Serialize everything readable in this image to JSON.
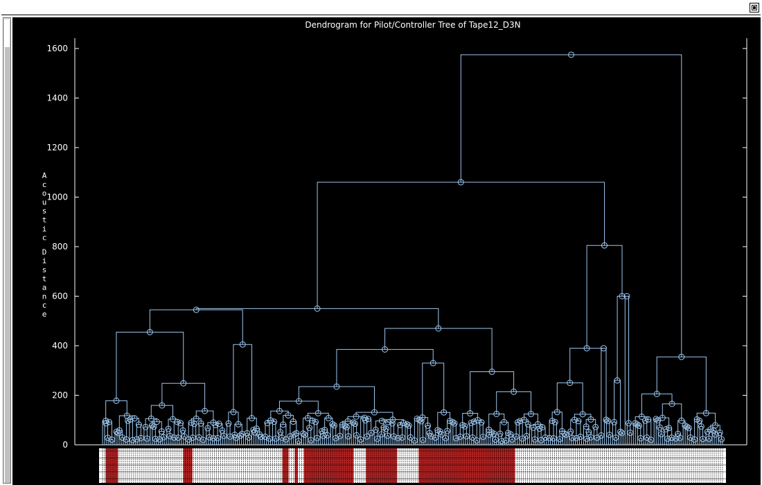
{
  "window": {
    "restore_icon": "restore-window-icon"
  },
  "chart_data": {
    "type": "dendrogram",
    "title": "Dendrogram for Pilot/Controller Tree of Tape12_D3N",
    "xlabel": "",
    "ylabel": "Acoustic Distance",
    "ylim": [
      0,
      1600
    ],
    "yticks": [
      0,
      200,
      400,
      600,
      800,
      1000,
      1200,
      1400,
      1600
    ],
    "grid": false,
    "colors": {
      "background": "#000000",
      "link": "#9ec8f0",
      "marker": "#9ec8f0",
      "axis": "#ffffff",
      "highlight_label": "#b22222"
    },
    "leaf_count": 300,
    "main_merges": [
      {
        "name": "root",
        "height": 1575
      },
      {
        "name": "left-super-cluster",
        "height": 1060
      },
      {
        "name": "left-cluster-a",
        "height": 550
      },
      {
        "name": "left-cluster-b",
        "height": 805
      },
      {
        "name": "right-cluster",
        "height": 355
      },
      {
        "name": "subcluster-a1",
        "height": 545
      },
      {
        "name": "subcluster-a2",
        "height": 470
      },
      {
        "name": "subcluster-b1",
        "height": 600
      }
    ],
    "highlighted_leaf_spans": [
      [
        0.005,
        0.025
      ],
      [
        0.13,
        0.145
      ],
      [
        0.29,
        0.3
      ],
      [
        0.31,
        0.315
      ],
      [
        0.325,
        0.405
      ],
      [
        0.425,
        0.475
      ],
      [
        0.51,
        0.665
      ]
    ]
  }
}
